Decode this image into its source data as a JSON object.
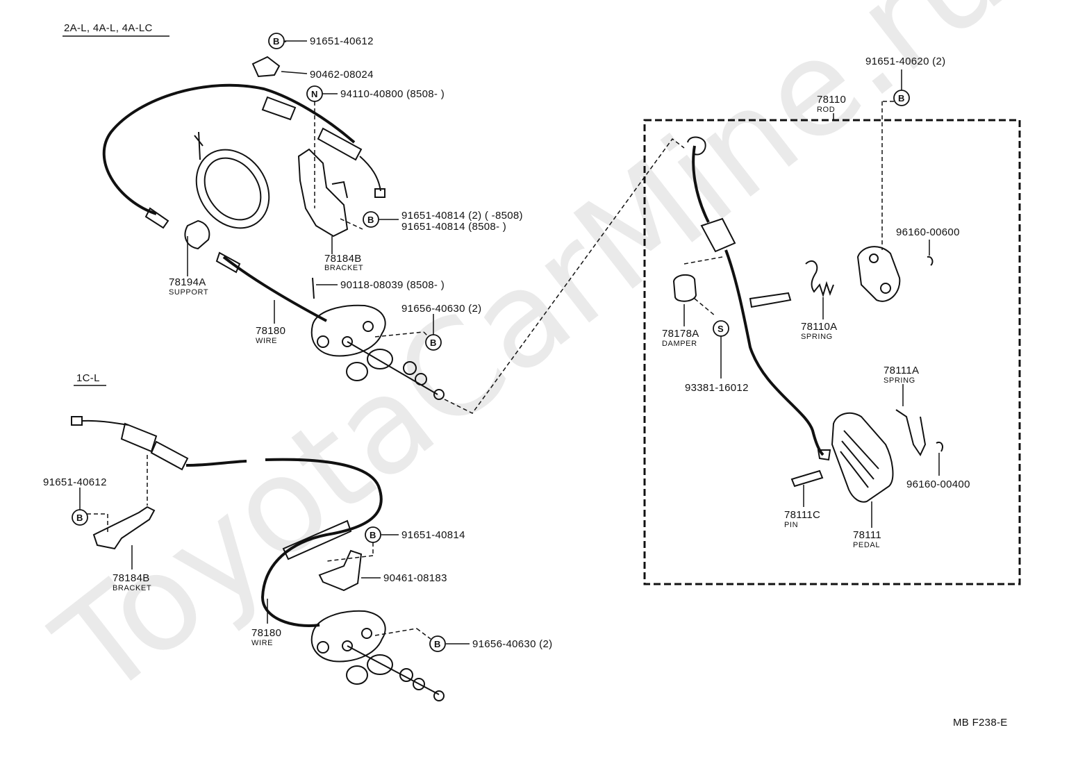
{
  "watermark": "ToyotaCarMine.ru",
  "sections": {
    "top_left": "2A-L, 4A-L, 4A-LC",
    "bottom_left": "1C-L"
  },
  "symbols": {
    "B": "B",
    "N": "N",
    "S": "S"
  },
  "labels": {
    "p91651_40612_top": "91651-40612",
    "p90462_08024": "90462-08024",
    "p94110_40800": "94110-40800 (8508-          )",
    "p91651_40814_2": "91651-40814 (2) (          -8508)",
    "p91651_40814_b": "91651-40814      (8508-          )",
    "p78184B_top": "78184B",
    "bracket_top": "BRACKET",
    "p78194A": "78194A",
    "support": "SUPPORT",
    "p90118_08039": "90118-08039 (8508-          )",
    "p91656_40630_top": "91656-40630 (2)",
    "p78180_top": "78180",
    "wire_top": "WIRE",
    "p91651_40612_bot": "91651-40612",
    "p78184B_bot": "78184B",
    "bracket_bot": "BRACKET",
    "p91651_40814_bot": "91651-40814",
    "p90461_08183": "90461-08183",
    "p78180_bot": "78180",
    "wire_bot": "WIRE",
    "p91656_40630_bot": "91656-40630 (2)",
    "p91651_40620": "91651-40620 (2)",
    "p78110": "78110",
    "rod": "ROD",
    "p96160_00600": "96160-00600",
    "p78178A": "78178A",
    "damper": "DAMPER",
    "p78110A": "78110A",
    "spring_a": "SPRING",
    "p93381_16012": "93381-16012",
    "p78111A": "78111A",
    "spring_b": "SPRING",
    "p96160_00400": "96160-00400",
    "p78111C": "78111C",
    "pin": "PIN",
    "p78111": "78111",
    "pedal": "PEDAL",
    "code": "MB F238-E"
  }
}
